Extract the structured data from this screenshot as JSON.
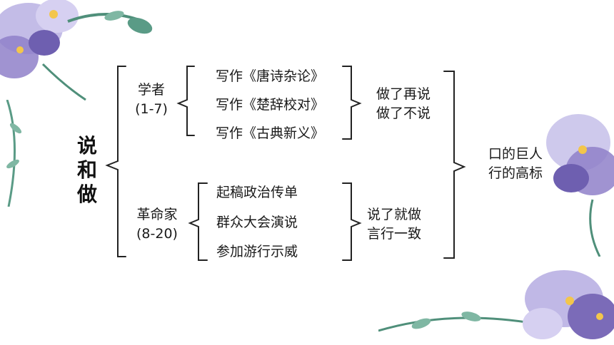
{
  "title_chars": [
    "说",
    "和",
    "做"
  ],
  "scholar": {
    "role": "学者",
    "period": "(1-7)",
    "works": [
      "写作《唐诗杂论》",
      "写作《楚辞校对》",
      "写作《古典新义》"
    ],
    "summary": [
      "做了再说",
      "做了不说"
    ]
  },
  "revolutionary": {
    "role": "革命家",
    "period": "(8-20)",
    "actions": [
      "起稿政治传单",
      "群众大会演说",
      "参加游行示威"
    ],
    "summary": [
      "说了就做",
      "言行一致"
    ]
  },
  "conclusion": [
    "口的巨人",
    "行的高标"
  ],
  "colors": {
    "text": "#1a1a1a",
    "bracket": "#222222",
    "flower_purple": "#7b6bb8",
    "flower_light": "#c9c3ea",
    "leaf_green": "#4f8f7a"
  }
}
